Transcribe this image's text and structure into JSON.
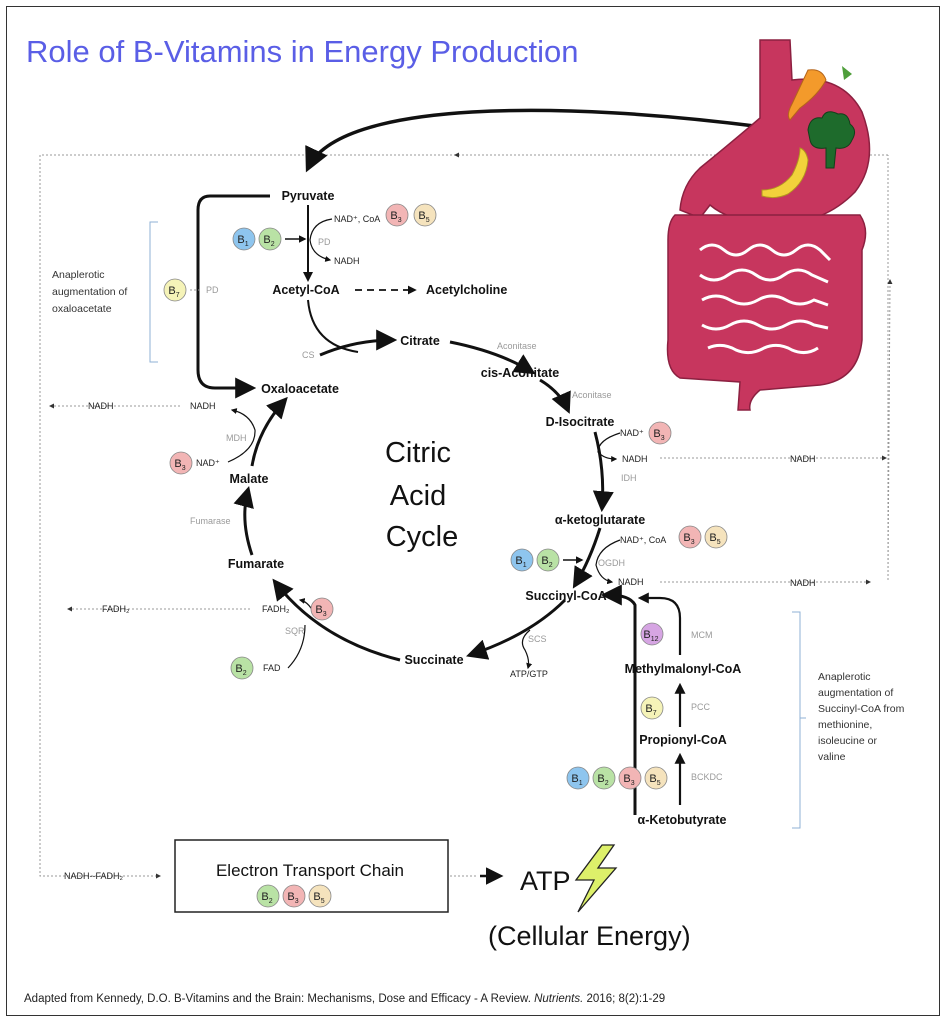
{
  "title": "Role of B-Vitamins in Energy Production",
  "center": {
    "line1": "Citric",
    "line2": "Acid",
    "line3": "Cycle"
  },
  "metabolites": {
    "pyruvate": "Pyruvate",
    "acetyl_coa": "Acetyl-CoA",
    "acetylcholine": "Acetylcholine",
    "citrate": "Citrate",
    "cis_aconitate": "cis-Aconitate",
    "d_isocitrate": "D-Isocitrate",
    "a_ketoglutarate": "α-ketoglutarate",
    "succinyl_coa": "Succinyl-CoA",
    "succinate": "Succinate",
    "fumarate": "Fumarate",
    "malate": "Malate",
    "oxaloacetate": "Oxaloacetate",
    "methylmalonyl_coa": "Methylmalonyl-CoA",
    "propionyl_coa": "Propionyl-CoA",
    "a_ketobutyrate": "α-Ketobutyrate"
  },
  "enzymes": {
    "pd_top": "PD",
    "pd_left": "PD",
    "cs": "CS",
    "aconitase1": "Aconitase",
    "aconitase2": "Aconitase",
    "idh": "IDH",
    "ogdh": "OGDH",
    "scs": "SCS",
    "sqr": "SQR",
    "fumarase": "Fumarase",
    "mdh": "MDH",
    "mcm": "MCM",
    "pcc": "PCC",
    "bckdc": "BCKDC"
  },
  "cofactors": {
    "nad_coa_top": "NAD⁺, CoA",
    "nadh_top": "NADH",
    "nad_idh": "NAD⁺",
    "nadh_idh": "NADH",
    "nad_coa_ogdh": "NAD⁺, CoA",
    "nadh_ogdh": "NADH",
    "fadh2": "FADH₂",
    "fad": "FAD",
    "atp_gtp": "ATP/GTP",
    "nad_mdh": "NAD⁺",
    "nadh_mdh": "NADH"
  },
  "side_flows": {
    "nadh_left": "NADH",
    "fadh2_left": "FADH₂",
    "nadh_right_1": "NADH",
    "nadh_right_2": "NADH",
    "etc_input": "NADH--FADH₂"
  },
  "notes": {
    "anaplerotic_left": [
      "Anaplerotic",
      "augmentation of",
      "oxaloacetate"
    ],
    "anaplerotic_right": [
      "Anaplerotic",
      "augmentation of",
      "Succinyl-CoA from",
      "methionine,",
      "isoleucine or",
      "valine"
    ]
  },
  "etc": {
    "label": "Electron Transport Chain"
  },
  "atp": {
    "label": "ATP",
    "sub": "(Cellular Energy)"
  },
  "vitamin_colors": {
    "B1": "#8ec5ee",
    "B2": "#b9e2a5",
    "B3": "#f2b5b5",
    "B5": "#f5e3bd",
    "B7": "#f5f3b8",
    "B12": "#d6a5e3"
  },
  "vitamins": {
    "b1": "B1",
    "b2": "B2",
    "b3": "B3",
    "b5": "B5",
    "b7": "B7",
    "b12": "B12"
  },
  "citation": {
    "prefix": "Adapted from Kennedy, D.O. B-Vitamins and the Brain: Mechanisms, Dose and Efficacy - A Review. ",
    "journal": "Nutrients.",
    "suffix": " 2016; 8(2):1-29"
  }
}
